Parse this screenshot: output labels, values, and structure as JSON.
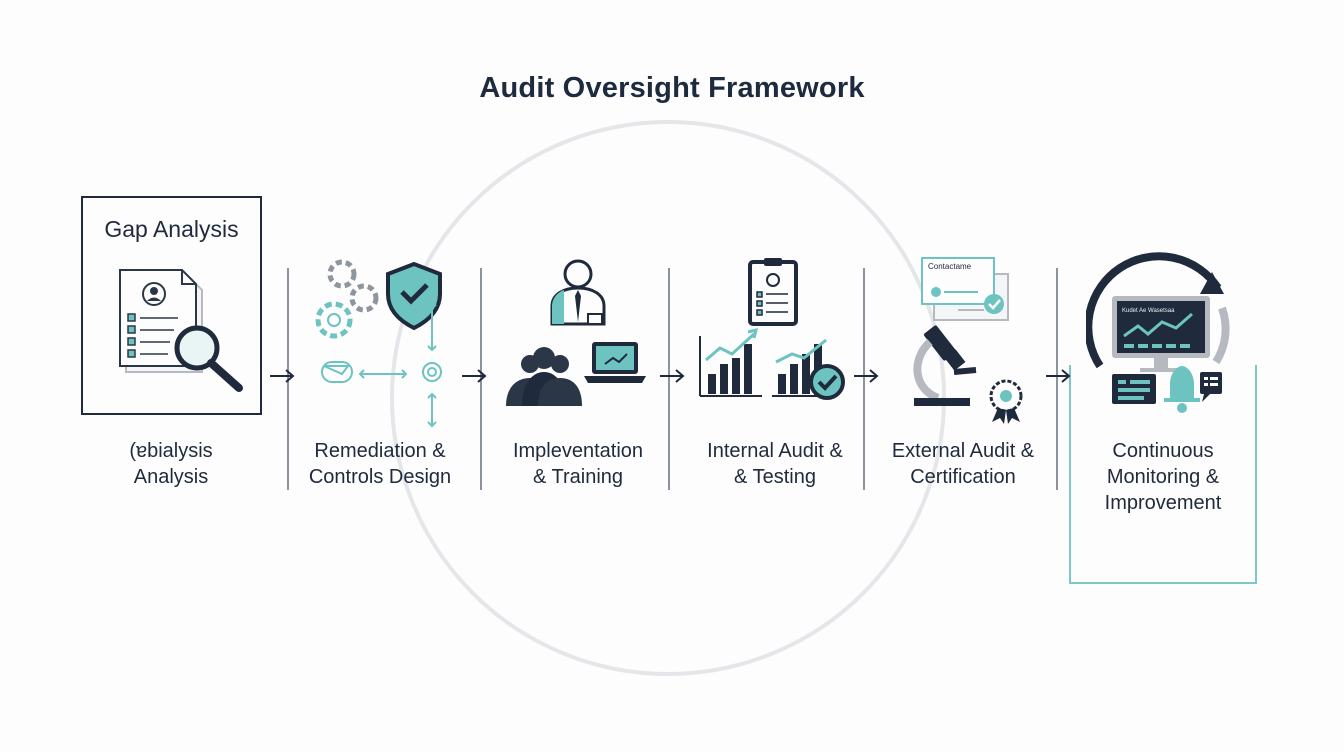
{
  "title": "Audit Oversight Framework",
  "colors": {
    "navy": "#1f2a3c",
    "teal": "#6cc3c0",
    "gray": "#b6bac0"
  },
  "stages": [
    {
      "box_title": "Gap Analysis",
      "label_lines": [
        "(ɐbialysis",
        "Analysis"
      ],
      "icon": "document-magnifier-icon"
    },
    {
      "label_lines": [
        "Remediation &",
        "Controls Design"
      ],
      "icon": "gears-shield-icon"
    },
    {
      "label_lines": [
        "Impleventation",
        "& Training"
      ],
      "icon": "trainer-team-laptop-icon"
    },
    {
      "label_lines": [
        "Internal Audit &",
        "& Testing"
      ],
      "icon": "clipboard-charts-icon"
    },
    {
      "label_lines": [
        "External Audit &",
        "Certification"
      ],
      "icon": "microscope-certificate-icon"
    },
    {
      "label_lines": [
        "Continuous",
        "Monitoring &",
        "Improvement"
      ],
      "icon": "monitor-cycle-alert-icon"
    }
  ],
  "icon_text": {
    "certificate": "Contactame",
    "monitor": "Kudet Ae Wasetsaa"
  }
}
